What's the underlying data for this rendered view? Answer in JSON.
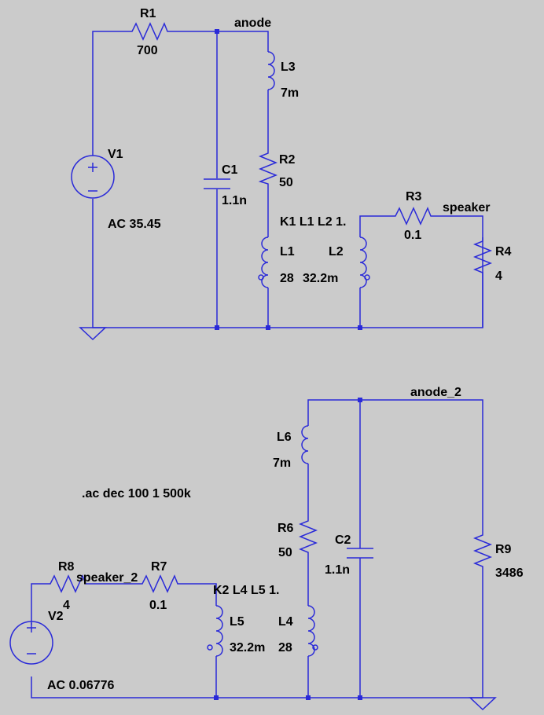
{
  "circuit1": {
    "R1": {
      "name": "R1",
      "value": "700"
    },
    "net_anode": "anode",
    "L3": {
      "name": "L3",
      "value": "7m"
    },
    "V1": {
      "name": "V1",
      "value": "AC 35.45"
    },
    "C1": {
      "name": "C1",
      "value": "1.1n"
    },
    "R2": {
      "name": "R2",
      "value": "50"
    },
    "coupling": "K1 L1 L2 1.",
    "R3": {
      "name": "R3",
      "value": "0.1"
    },
    "net_speaker": "speaker",
    "L1": {
      "name": "L1",
      "value": "28"
    },
    "L2": {
      "name": "L2",
      "value": "32.2m"
    },
    "R4": {
      "name": "R4",
      "value": "4"
    }
  },
  "circuit2": {
    "net_anode": "anode_2",
    "L6": {
      "name": "L6",
      "value": "7m"
    },
    "directive": ".ac dec 100 1 500k",
    "C2": {
      "name": "C2",
      "value": "1.1n"
    },
    "R9": {
      "name": "R9",
      "value": "3486"
    },
    "R6": {
      "name": "R6",
      "value": "50"
    },
    "R8": {
      "name": "R8",
      "value": "4"
    },
    "net_speaker": "speaker_2",
    "R7": {
      "name": "R7",
      "value": "0.1"
    },
    "coupling": "K2 L4 L5 1.",
    "V2": {
      "name": "V2",
      "value": "AC 0.06776"
    },
    "L5": {
      "name": "L5",
      "value": "32.2m"
    },
    "L4": {
      "name": "L4",
      "value": "28"
    }
  },
  "colors": {
    "wire": "#2a2ad8",
    "background": "#cbcbcb",
    "text": "#000000"
  }
}
